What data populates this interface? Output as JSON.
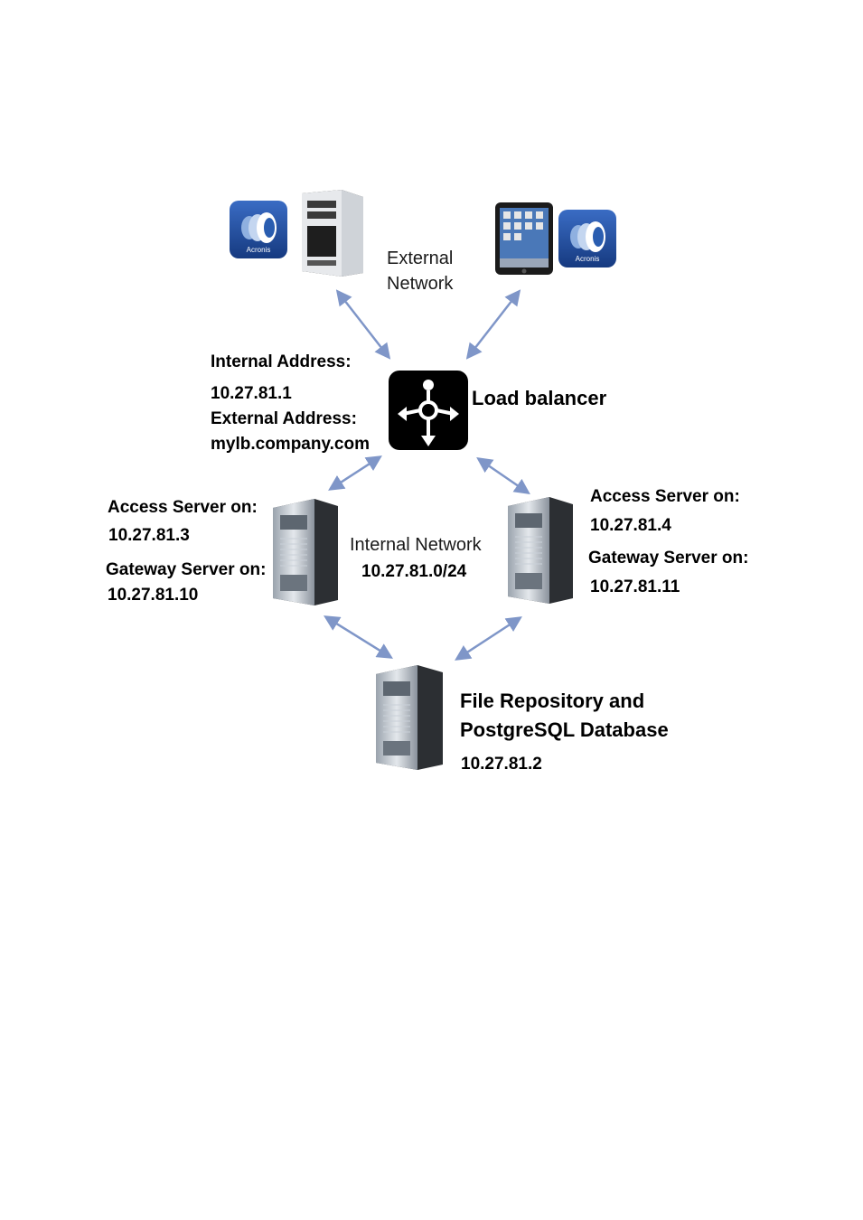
{
  "external_network": {
    "line1": "External",
    "line2": "Network"
  },
  "load_balancer": {
    "title": "Load balancer",
    "internal_label": "Internal Address:",
    "internal_value": "10.27.81.1",
    "external_label": "External Address:",
    "external_value": "mylb.company.com"
  },
  "left_server": {
    "access_label": "Access Server on:",
    "access_ip": "10.27.81.3",
    "gateway_label": "Gateway Server on:",
    "gateway_ip": "10.27.81.10"
  },
  "right_server": {
    "access_label": "Access Server on:",
    "access_ip": "10.27.81.4",
    "gateway_label": "Gateway Server on:",
    "gateway_ip": "10.27.81.11"
  },
  "internal_network": {
    "label": "Internal Network",
    "subnet": "10.27.81.0/24"
  },
  "database": {
    "line1": "File Repository and",
    "line2": "PostgreSQL Database",
    "ip": "10.27.81.2"
  },
  "logos": {
    "brand_text": "Acronis"
  },
  "colors": {
    "arrow": "#7f96c8",
    "logo_bg": "#1f4fa0"
  }
}
